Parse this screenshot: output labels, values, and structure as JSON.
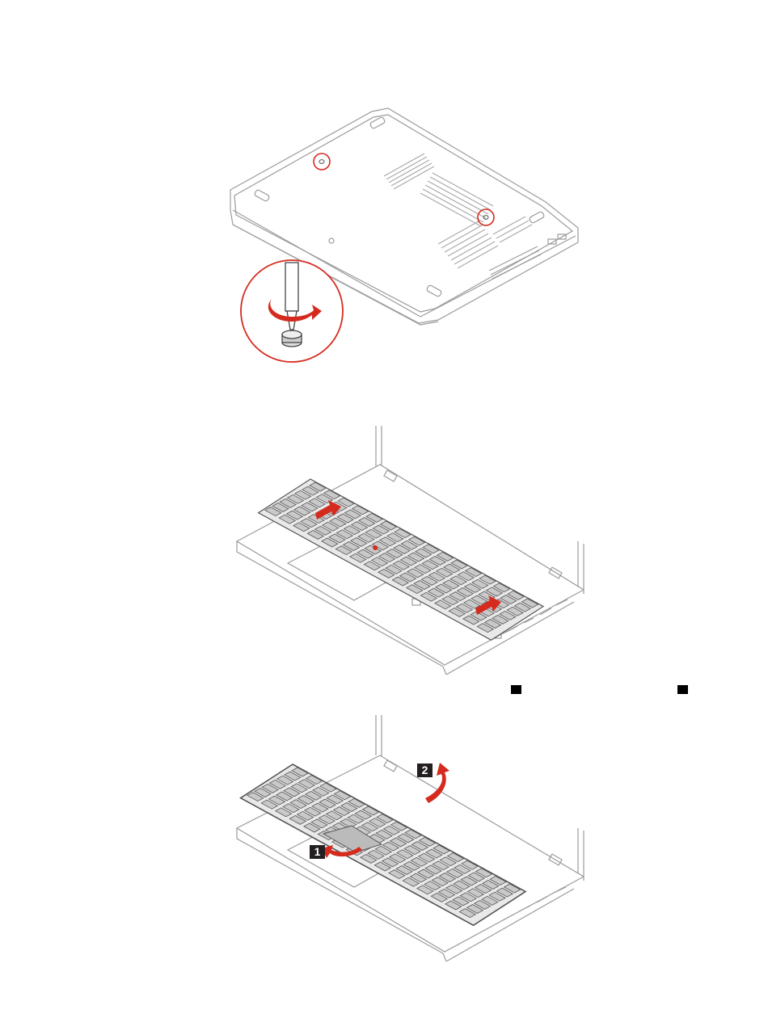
{
  "figures": {
    "figure1": {
      "name": "loosen-bottom-cover-screws"
    },
    "figure2": {
      "name": "slide-keyboard-toward-display"
    },
    "figure3": {
      "name": "lift-keyboard-out"
    }
  },
  "callouts": {
    "step1": "1",
    "step2": "2"
  },
  "colors": {
    "accent": "#d52b1e",
    "line": "#9b9b9b",
    "key_fill": "#c9c9c9",
    "key_dark": "#555555"
  }
}
